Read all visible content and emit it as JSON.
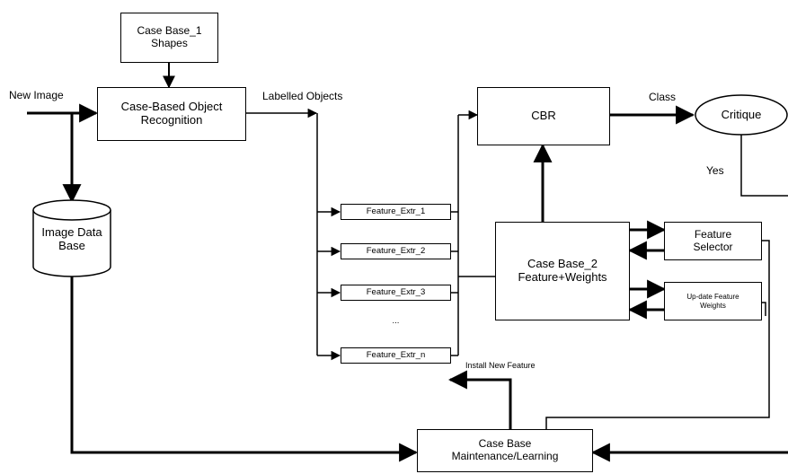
{
  "boxes": {
    "case_base_1": "Case Base_1\nShapes",
    "object_recognition": "Case-Based Object\nRecognition",
    "image_db": "Image Data\nBase",
    "cbr": "CBR",
    "critique": "Critique",
    "feature_extr_1": "Feature_Extr_1",
    "feature_extr_2": "Feature_Extr_2",
    "feature_extr_3": "Feature_Extr_3",
    "feature_extr_ellipsis": "...",
    "feature_extr_n": "Feature_Extr_n",
    "case_base_2": "Case Base_2\nFeature+Weights",
    "feature_selector": "Feature\nSelector",
    "update_weights": "Up-date Feature\nWeights",
    "maintenance": "Case Base\nMaintenance/Learning"
  },
  "labels": {
    "new_image": "New Image",
    "labelled_objects": "Labelled Objects",
    "class": "Class",
    "yes": "Yes",
    "install_new_feature": "Install New Feature"
  }
}
